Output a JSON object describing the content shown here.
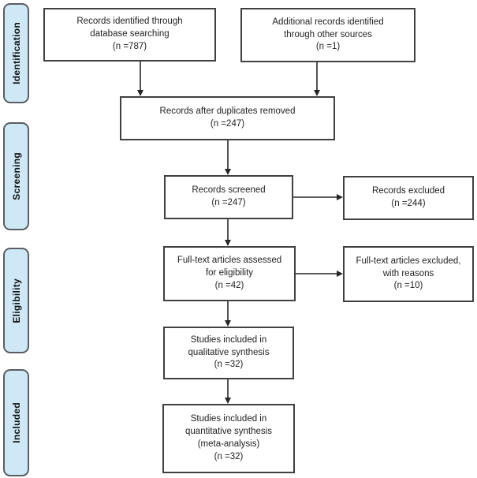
{
  "stages": [
    {
      "label": "Identification"
    },
    {
      "label": "Screening"
    },
    {
      "label": "Eligibility"
    },
    {
      "label": "Included"
    }
  ],
  "boxes": [
    {
      "name": "records-identified",
      "text": "Records identified through\ndatabase searching\n(n =787)"
    },
    {
      "name": "additional-records",
      "text": "Additional records identified\nthrough other sources\n(n =1)"
    },
    {
      "name": "after-duplicates-removed",
      "text": "Records after duplicates removed\n(n =247)"
    },
    {
      "name": "records-screened",
      "text": "Records screened\n(n =247)"
    },
    {
      "name": "records-excluded",
      "text": "Records excluded\n(n =244)"
    },
    {
      "name": "fulltext-assessed",
      "text": "Full-text articles assessed\nfor eligibility\n(n =42)"
    },
    {
      "name": "fulltext-excluded",
      "text": "Full-text articles excluded,\nwith reasons\n(n =10)"
    },
    {
      "name": "qualitative-synthesis",
      "text": "Studies included in\nqualitative synthesis\n(n =32)"
    },
    {
      "name": "quantitative-synthesis",
      "text": "Studies included in\nquantitative synthesis\n(meta-analysis)\n(n =32)"
    }
  ],
  "colors": {
    "stage_fill": "#cfe8f6",
    "stage_border": "#5a5d61",
    "box_border": "#404040",
    "arrow": "#262626",
    "text": "#1f1f1f"
  }
}
